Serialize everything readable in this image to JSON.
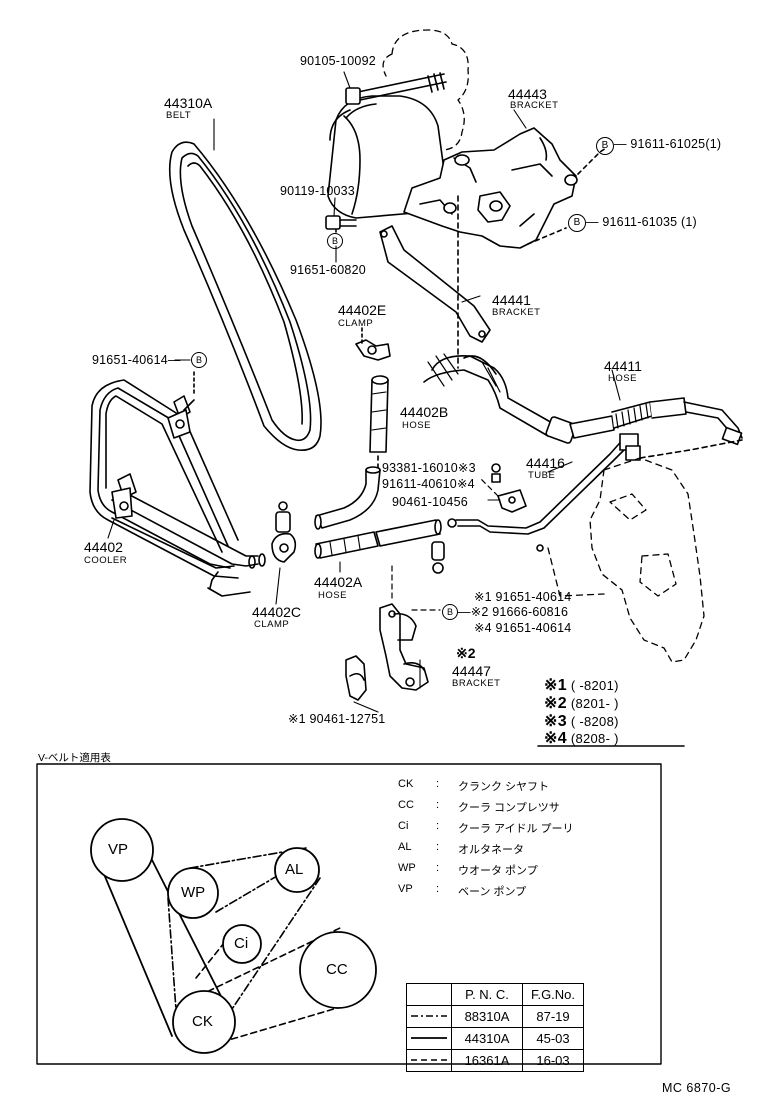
{
  "parts": {
    "p90105": "90105-10092",
    "p44443": "44443",
    "p44443_name": "BRACKET",
    "p44310A": "44310A",
    "p44310A_name": "BELT",
    "p91611_61025": "91611-61025(1)",
    "p90119": "90119-10033",
    "p91611_61035": "91611-61035 (1)",
    "p91651_60820": "91651-60820",
    "p44402E": "44402E",
    "p44402E_name": "CLAMP",
    "p44441": "44441",
    "p44441_name": "BRACKET",
    "p91651_40614": "91651-40614",
    "p44411": "44411",
    "p44411_name": "HOSE",
    "p44402B": "44402B",
    "p44402B_name": "HOSE",
    "p93381": "93381-16010",
    "p91611_40610": "91611-40610",
    "p44416": "44416",
    "p44416_name": "TUBE",
    "p90461_10456": "90461-10456",
    "p44402": "44402",
    "p44402_name": "COOLER",
    "p44402A": "44402A",
    "p44402A_name": "HOSE",
    "p44402C": "44402C",
    "p44402C_name": "CLAMP",
    "p91651_40614_b": "91651-40614",
    "p91666_60816": "91666-60816",
    "p91651_40614_c": "91651-40614",
    "p44447": "44447",
    "p44447_name": "BRACKET",
    "p90461_12751": "90461-12751"
  },
  "marks": {
    "k1": "※1",
    "k2": "※2",
    "k3": "※3",
    "k4": "※4",
    "b": "B"
  },
  "applicability": [
    {
      "mark": "※1",
      "range": "(       -8201)"
    },
    {
      "mark": "※2",
      "range": "(8201-          )"
    },
    {
      "mark": "※3",
      "range": "(       -8208)"
    },
    {
      "mark": "※4",
      "range": "(8208-          )"
    }
  ],
  "belt_chart": {
    "title": "V-ベルト適用表",
    "legend": [
      {
        "code": "CK",
        "sep": ":",
        "desc": "クランク シヤフト"
      },
      {
        "code": "CC",
        "sep": ":",
        "desc": "クーラ コンプレツサ"
      },
      {
        "code": "Ci",
        "sep": ":",
        "desc": "クーラ アイドル プーリ"
      },
      {
        "code": "AL",
        "sep": ":",
        "desc": "オルタネータ"
      },
      {
        "code": "WP",
        "sep": ":",
        "desc": "ウオータ ポンプ"
      },
      {
        "code": "VP",
        "sep": ":",
        "desc": "ベーン ポンプ"
      }
    ],
    "pulleys": {
      "VP": "VP",
      "WP": "WP",
      "AL": "AL",
      "Ci": "Ci",
      "CC": "CC",
      "CK": "CK"
    },
    "table": {
      "headers": [
        "P. N. C.",
        "F.G.No."
      ],
      "rows": [
        {
          "line": "dash-dot",
          "pnc": "88310A",
          "fg": "87-19"
        },
        {
          "line": "solid",
          "pnc": "44310A",
          "fg": "45-03"
        },
        {
          "line": "dashed",
          "pnc": "16361A",
          "fg": "16-03"
        }
      ]
    }
  },
  "figure_code": "MC 6870-G"
}
